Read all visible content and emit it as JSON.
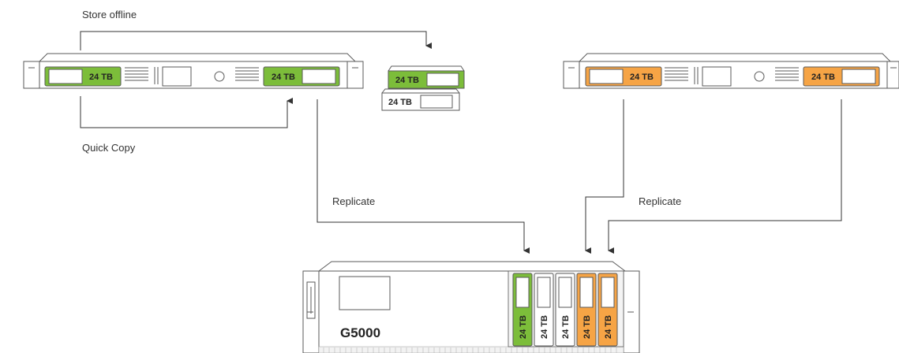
{
  "labels": {
    "store_offline": "Store offline",
    "quick_copy": "Quick Copy",
    "replicate_left": "Replicate",
    "replicate_right": "Replicate"
  },
  "drive_capacity": "24 TB",
  "g5000_label": "G5000",
  "colors": {
    "green": "#7cbd3a",
    "orange": "#f6a445",
    "white": "#ffffff",
    "outline": "#5a5a5a",
    "line": "#333333"
  },
  "left_server": {
    "slots": [
      {
        "label": "24 TB",
        "color": "green"
      },
      {
        "label": "24 TB",
        "color": "green"
      }
    ]
  },
  "right_server": {
    "slots": [
      {
        "label": "24 TB",
        "color": "orange"
      },
      {
        "label": "24 TB",
        "color": "orange"
      }
    ]
  },
  "offline_drives": [
    {
      "label": "24 TB",
      "color": "green"
    },
    {
      "label": "24 TB",
      "color": "white"
    }
  ],
  "g5000_bays": [
    {
      "label": "24 TB",
      "color": "green"
    },
    {
      "label": "24 TB",
      "color": "white"
    },
    {
      "label": "24 TB",
      "color": "white"
    },
    {
      "label": "24 TB",
      "color": "orange"
    },
    {
      "label": "24 TB",
      "color": "orange"
    }
  ]
}
